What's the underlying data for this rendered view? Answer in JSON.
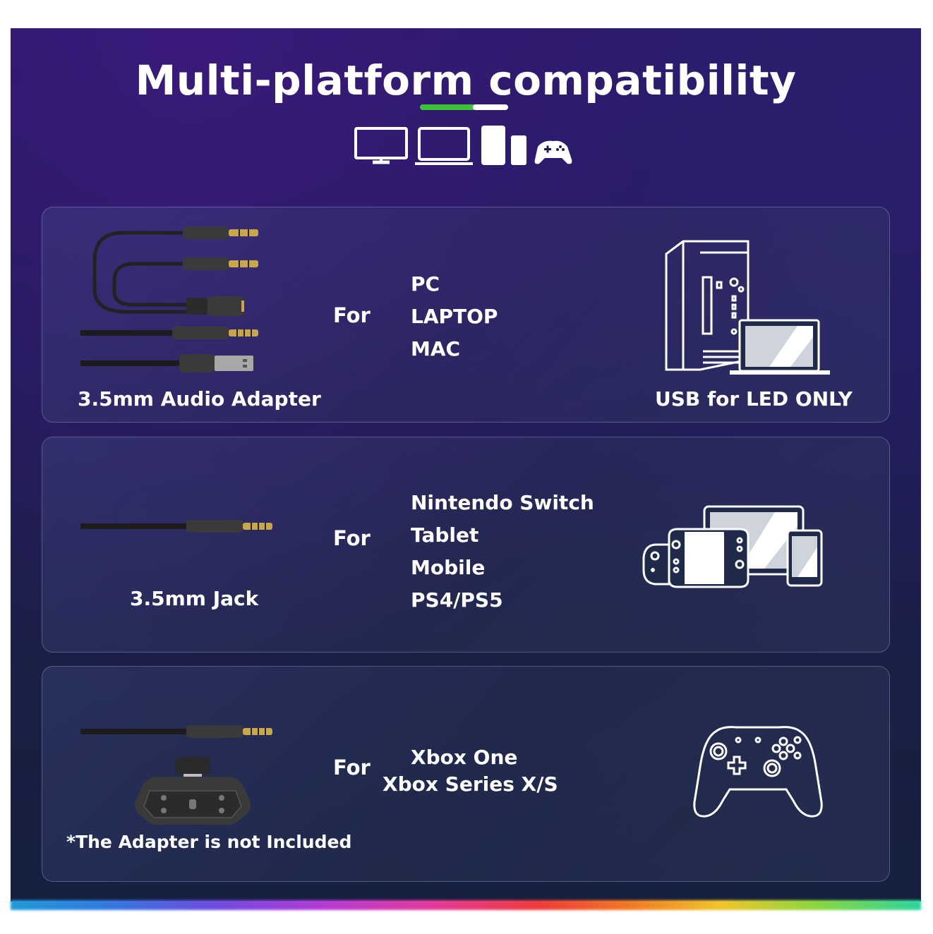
{
  "title": "Multi-platform compatibility",
  "device_icons": [
    "monitor-icon",
    "laptop-icon",
    "tablet-icon",
    "phone-icon",
    "gamepad-icon"
  ],
  "accent_colors": {
    "green": "#3fc23a",
    "white": "#ffffff"
  },
  "cards": [
    {
      "product_label": "3.5mm Audio Adapter",
      "for_label": "For",
      "platforms": [
        "PC",
        "LAPTOP",
        "MAC"
      ],
      "right_caption": "USB for LED ONLY",
      "right_icon": "pc-tower-laptop-icon"
    },
    {
      "product_label": "3.5mm Jack",
      "for_label": "For",
      "platforms": [
        "Nintendo Switch",
        "Tablet",
        "Mobile",
        "PS4/PS5"
      ],
      "right_icon": "switch-tablet-phone-icon"
    },
    {
      "product_label": "*The Adapter is not Included",
      "for_label": "For",
      "platforms": [
        "Xbox One",
        "Xbox Series X/S"
      ],
      "right_icon": "controller-icon"
    }
  ]
}
